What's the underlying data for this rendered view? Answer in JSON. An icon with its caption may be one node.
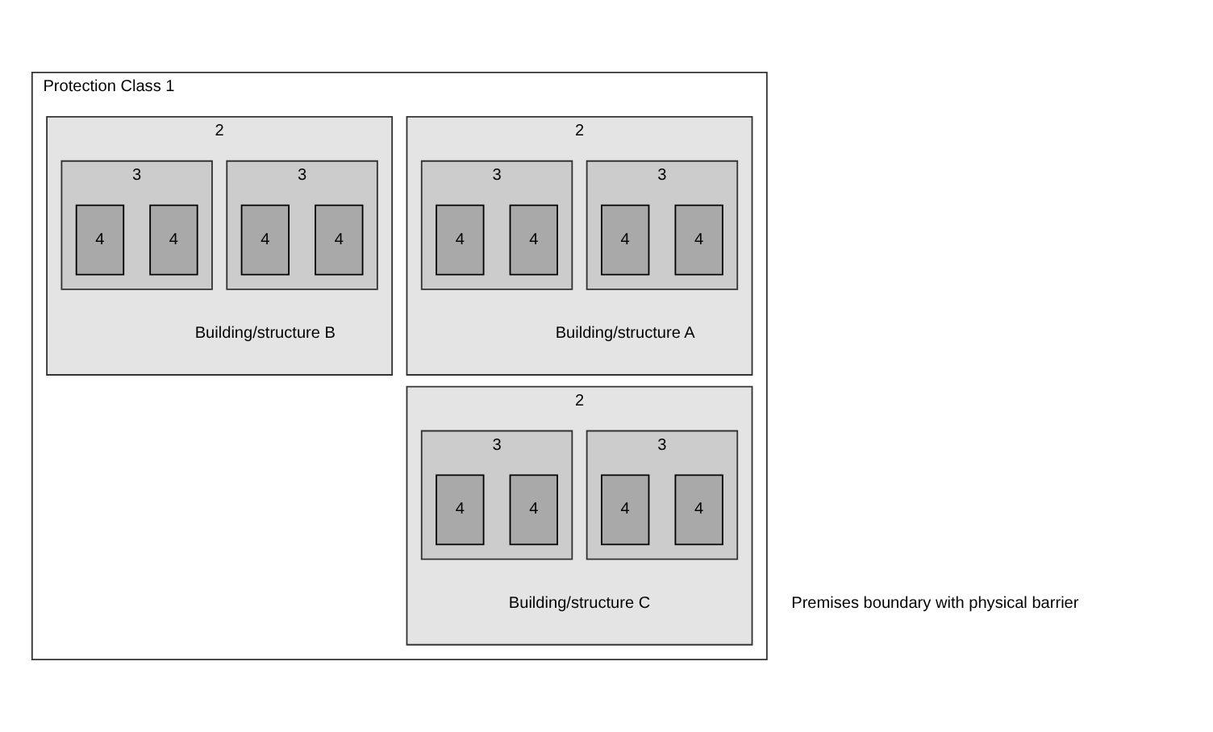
{
  "diagram": {
    "nodes": [
      {
        "text": [
          "Protection Class 1"
        ],
        "beside": [
          "Premises boundary with physical barrier"
        ]
      },
      {
        "text": [
          "2"
        ],
        "in": 0,
        "beside": [
          "Building/structure A"
        ]
      },
      {
        "text": [
          "3"
        ],
        "in": 1
      },
      {
        "text": [
          "4"
        ],
        "in": 2
      },
      {
        "text": [
          "4"
        ],
        "in": 2
      },
      {
        "text": [
          "3"
        ],
        "in": 1
      },
      {
        "text": [
          "4"
        ],
        "in": 5
      },
      {
        "text": [
          "4"
        ],
        "in": 5
      },
      {
        "text": [
          "2"
        ],
        "in": 0,
        "beside": [
          "Building/structure B"
        ]
      },
      {
        "text": [
          "3"
        ],
        "in": 8
      },
      {
        "text": [
          "4"
        ],
        "in": 9
      },
      {
        "text": [
          "4"
        ],
        "in": 9
      },
      {
        "text": [
          "3"
        ],
        "in": 8
      },
      {
        "text": [
          "4"
        ],
        "in": 12
      },
      {
        "text": [
          "4"
        ],
        "in": 12
      },
      {
        "text": [
          "2"
        ],
        "in": 0,
        "beside": [
          "Building/structure C"
        ]
      },
      {
        "text": [
          "3"
        ],
        "in": 15
      },
      {
        "text": [
          "4"
        ],
        "in": 16
      },
      {
        "text": [
          "4"
        ],
        "in": 16
      },
      {
        "text": [
          "3"
        ],
        "in": 15
      },
      {
        "text": [
          "4"
        ],
        "in": 19
      },
      {
        "text": [
          "4"
        ],
        "in": 19
      }
    ],
    "edges": []
  }
}
